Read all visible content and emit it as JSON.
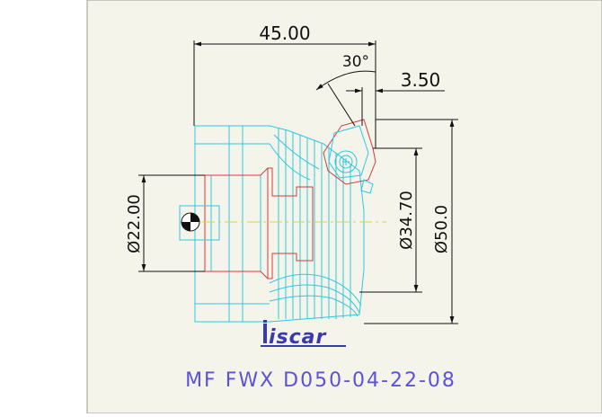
{
  "drawing": {
    "dimensions": {
      "overall_length": "45.00",
      "chamfer_angle": "30°",
      "insert_offset": "3.50",
      "shank_diameter": "Ø22.00",
      "inner_diameter": "Ø34.70",
      "outer_diameter": "Ø50.0"
    },
    "logo_text": "iscar",
    "part_number": "MF FWX D050-04-22-08",
    "colors": {
      "background": "#ffffff",
      "sheet": "#f4f4ea",
      "sheet_border": "#9a9a9a",
      "dimension_lines": "#111111",
      "body_outline": "#2ec8e0",
      "insert_outline": "#d63a3a",
      "center_line": "#d8d83a",
      "part_number_text": "#5b52d8",
      "logo": "#3a3ab0"
    }
  }
}
